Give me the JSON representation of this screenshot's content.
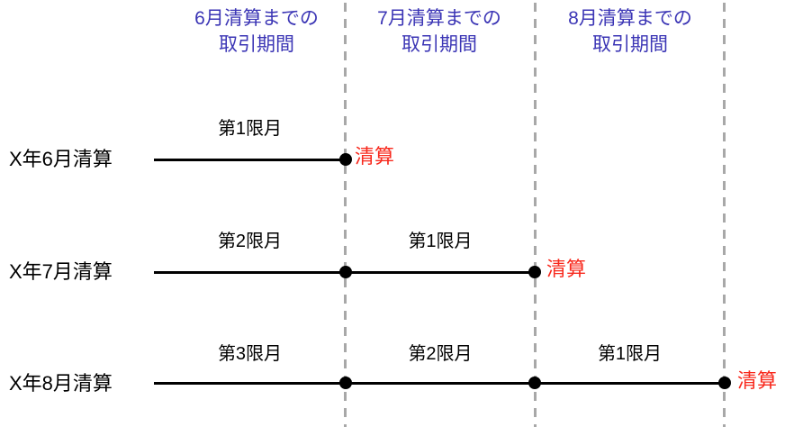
{
  "diagram": {
    "headers": [
      {
        "line1": "6月清算までの",
        "line2": "取引期間"
      },
      {
        "line1": "7月清算までの",
        "line2": "取引期間"
      },
      {
        "line1": "8月清算までの",
        "line2": "取引期間"
      }
    ],
    "rows": [
      {
        "label": "X年6月清算",
        "segments": [
          "第1限月"
        ],
        "settlement": "清算"
      },
      {
        "label": "X年7月清算",
        "segments": [
          "第2限月",
          "第1限月"
        ],
        "settlement": "清算"
      },
      {
        "label": "X年8月清算",
        "segments": [
          "第3限月",
          "第2限月",
          "第1限月"
        ],
        "settlement": "清算"
      }
    ],
    "colors": {
      "header_text": "#3b35b5",
      "settlement_text": "#f8291d",
      "timeline": "#000000",
      "dashed_divider": "#a8a8a8"
    }
  }
}
